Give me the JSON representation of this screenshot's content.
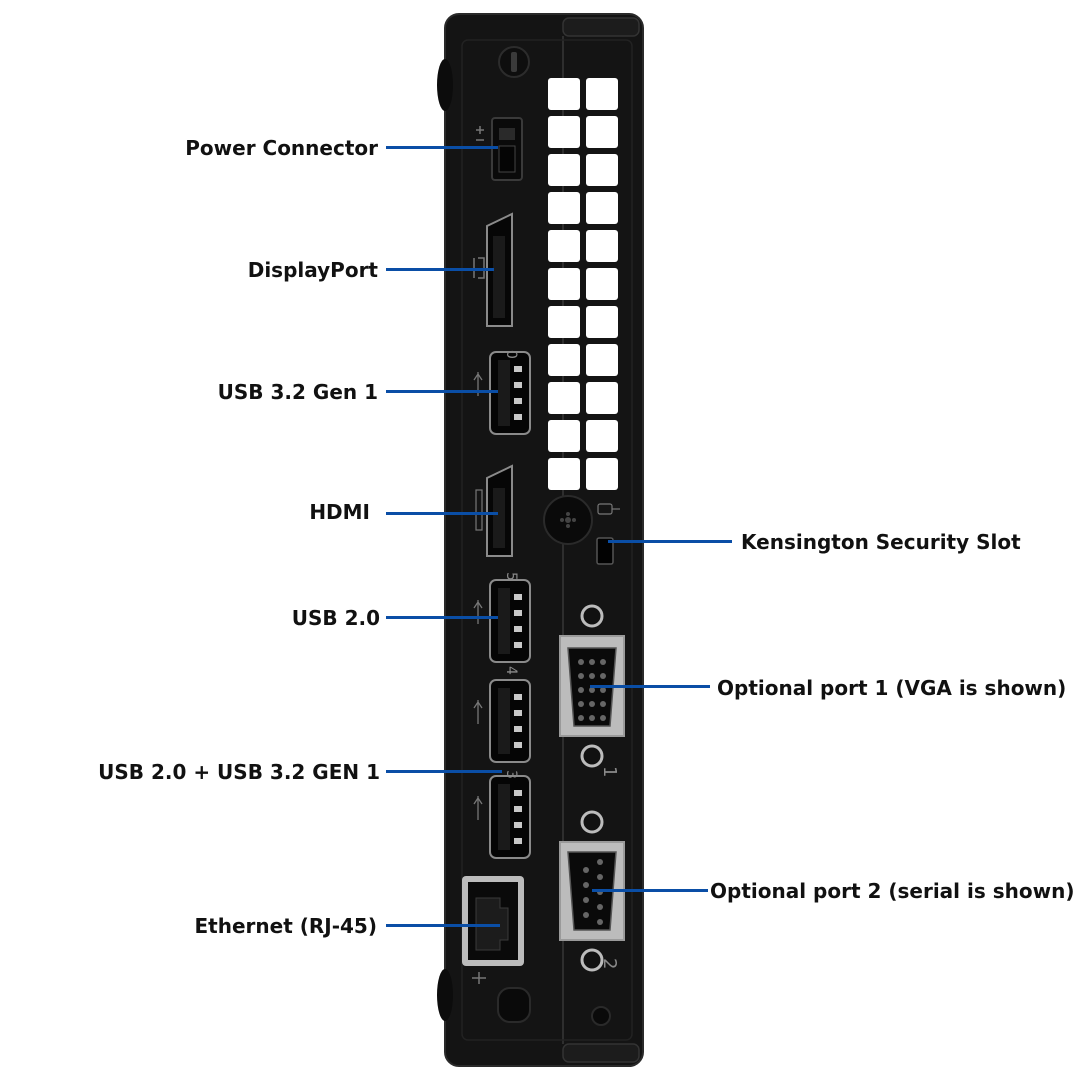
{
  "colors": {
    "leader_line": "#0a4ea6",
    "chassis": "#151515",
    "port_metal": "#bcbcbc",
    "label_text": "#111111"
  },
  "callouts": {
    "power_connector": "Power Connector",
    "displayport": "DisplayPort",
    "usb32_gen1": "USB 3.2 Gen 1",
    "hdmi": "HDMI",
    "usb20": "USB 2.0",
    "usb20_usb32": "USB 2.0 + USB 3.2 GEN 1",
    "ethernet": "Ethernet (RJ-45)",
    "kensington": "Kensington Security Slot",
    "optional_port_1": "Optional port 1 (VGA is shown)",
    "optional_port_2": "Optional port 2 (serial is shown)"
  },
  "port_numbers": {
    "usb_top": "0",
    "usb_mid": "5",
    "usb_mid2": "4",
    "usb_bottom": "3",
    "vga": "1",
    "serial": "2"
  },
  "icons": {
    "power": "power-plug-icon",
    "displayport": "displayport-icon",
    "hdmi": "hdmi-icon",
    "usb": "usb-icon",
    "ethernet": "network-icon",
    "lock": "padlock-icon"
  }
}
